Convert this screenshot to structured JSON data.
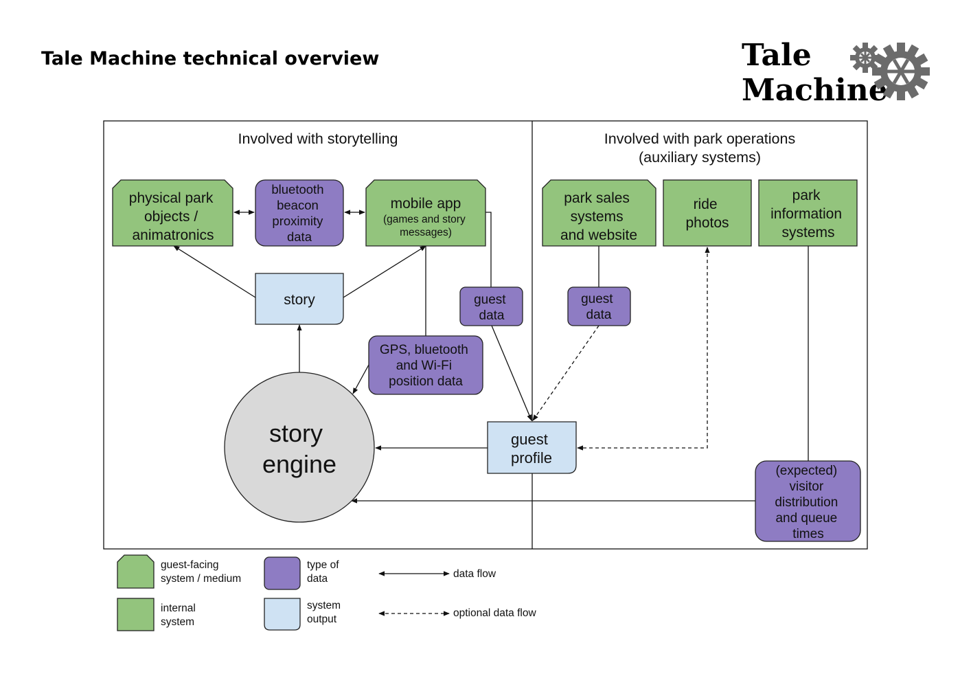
{
  "title": "Tale Machine technical overview",
  "logo": {
    "line1": "Tale",
    "line2": "Machine",
    "icon": "gears-icon"
  },
  "sections": {
    "storytelling": "Involved with storytelling",
    "operations_line1": "Involved with park operations",
    "operations_line2": "(auxiliary systems)"
  },
  "nodes": {
    "physical": [
      "physical park",
      "objects /",
      "animatronics"
    ],
    "bluetooth": [
      "bluetooth",
      "beacon",
      "proximity",
      "data"
    ],
    "mobile_app": {
      "title": "mobile app",
      "sub1": "(games and story",
      "sub2": "messages)"
    },
    "sales": [
      "park sales",
      "systems",
      "and website"
    ],
    "ride_photos": [
      "ride",
      "photos"
    ],
    "park_info": [
      "park",
      "information",
      "systems"
    ],
    "story": "story",
    "guest_data_left": [
      "guest",
      "data"
    ],
    "guest_data_right": [
      "guest",
      "data"
    ],
    "position": [
      "GPS, bluetooth",
      "and Wi-Fi",
      "position data"
    ],
    "story_engine": [
      "story",
      "engine"
    ],
    "guest_profile": [
      "guest",
      "profile"
    ],
    "visitor": [
      "(expected)",
      "visitor",
      "distribution",
      "and queue",
      "times"
    ]
  },
  "legend": {
    "guest_facing": [
      "guest-facing",
      "system / medium"
    ],
    "internal": [
      "internal",
      "system"
    ],
    "data_type": [
      "type of",
      "data"
    ],
    "system_output": [
      "system",
      "output"
    ],
    "data_flow": "data flow",
    "optional_flow": "optional data flow"
  },
  "colors": {
    "green": "#93c47d",
    "purple": "#8e7cc3",
    "light_blue": "#cfe2f3",
    "grey": "#d9d9d9"
  }
}
